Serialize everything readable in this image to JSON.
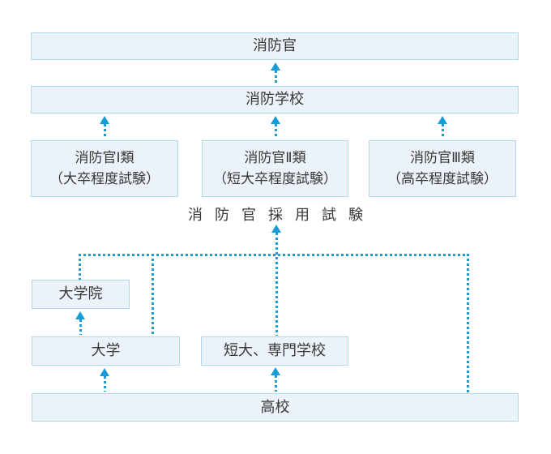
{
  "diagram": {
    "exam_label": "消防官採用試験",
    "nodes": {
      "firefighter": {
        "label": "消防官"
      },
      "fire_academy": {
        "label": "消防学校"
      },
      "class1": {
        "line1": "消防官Ⅰ類",
        "line2": "（大卒程度試験）"
      },
      "class2": {
        "line1": "消防官Ⅱ類",
        "line2": "（短大卒程度試験）"
      },
      "class3": {
        "line1": "消防官Ⅲ類",
        "line2": "（高卒程度試験）"
      },
      "grad_school": {
        "label": "大学院"
      },
      "university": {
        "label": "大学"
      },
      "junior_college": {
        "label": "短大、専門学校"
      },
      "high_school": {
        "label": "高校"
      }
    },
    "colors": {
      "box_fill": "#ecf2f9",
      "box_border": "#aed9ea",
      "arrow_blue": "#189bd6",
      "text": "#383838",
      "background": "#ffffff"
    }
  }
}
